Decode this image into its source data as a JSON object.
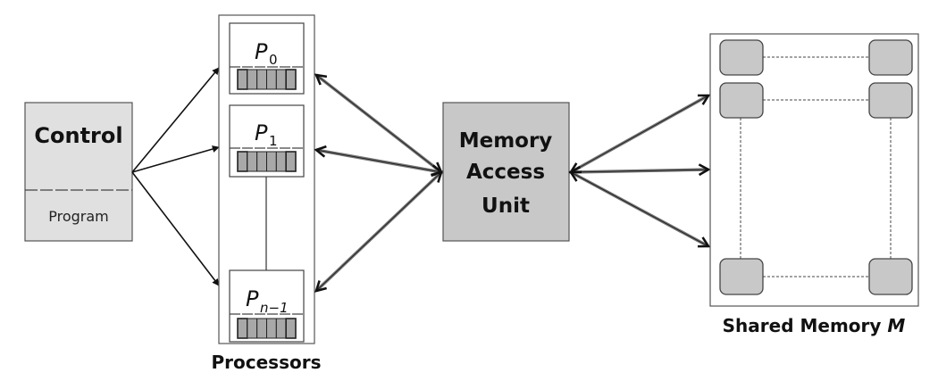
{
  "control": {
    "title": "Control",
    "subtitle": "Program",
    "fill": "#e0e0e0"
  },
  "processors": {
    "label": "Processors",
    "items": [
      {
        "name": "P",
        "sub": "0",
        "registers": 6
      },
      {
        "name": "P",
        "sub": "1",
        "registers": 6
      },
      {
        "name": "P",
        "sub": "n−1",
        "registers": 6
      }
    ],
    "register_fill": "#a8a8a8"
  },
  "mau": {
    "lines": [
      "Memory",
      "Access",
      "Unit"
    ],
    "fill": "#c8c8c8"
  },
  "shared_memory": {
    "label": "Shared Memory",
    "label_var": "M",
    "cell_fill": "#c8c8c8"
  }
}
